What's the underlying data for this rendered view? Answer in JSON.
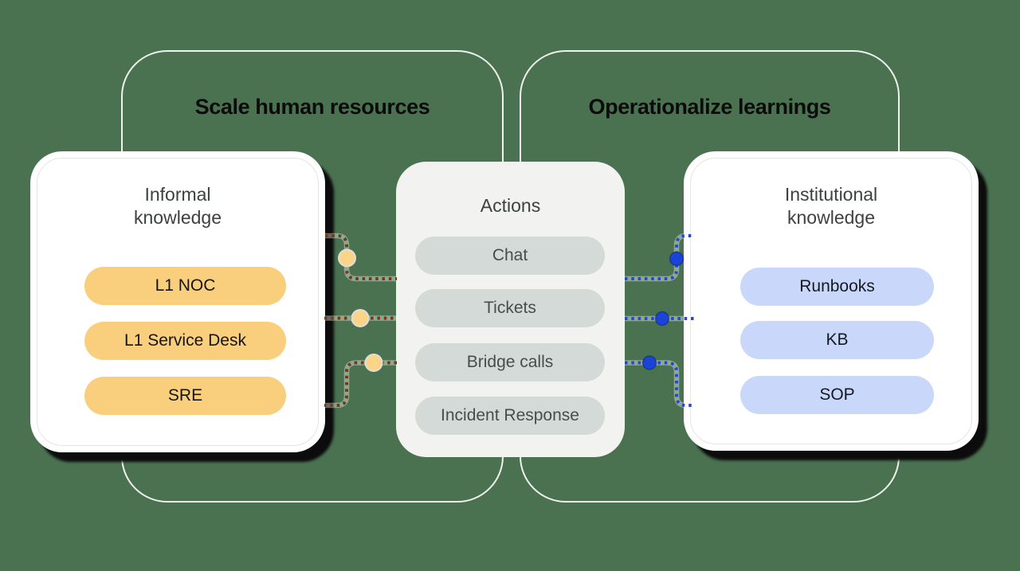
{
  "background": "#4A7250",
  "groups": {
    "left": {
      "title": "Scale human resources"
    },
    "right": {
      "title": "Operationalize learnings"
    }
  },
  "panels": {
    "informal": {
      "title": "Informal\nknowledge",
      "items": [
        "L1 NOC",
        "L1 Service Desk",
        "SRE"
      ],
      "item_bg": "#F9CF7D"
    },
    "actions": {
      "title": "Actions",
      "items": [
        "Chat",
        "Tickets",
        "Bridge calls",
        "Incident Response"
      ],
      "item_bg": "#D3DAD8"
    },
    "institutional": {
      "title": "Institutional\nknowledge",
      "items": [
        "Runbooks",
        "KB",
        "SOP"
      ],
      "item_bg": "#C9D8FA"
    }
  },
  "connectors": {
    "left": {
      "line_color": "#753A12",
      "node_color": "#FBD488"
    },
    "right": {
      "line_color": "#2449CE",
      "node_color": "#1A43D8"
    }
  }
}
